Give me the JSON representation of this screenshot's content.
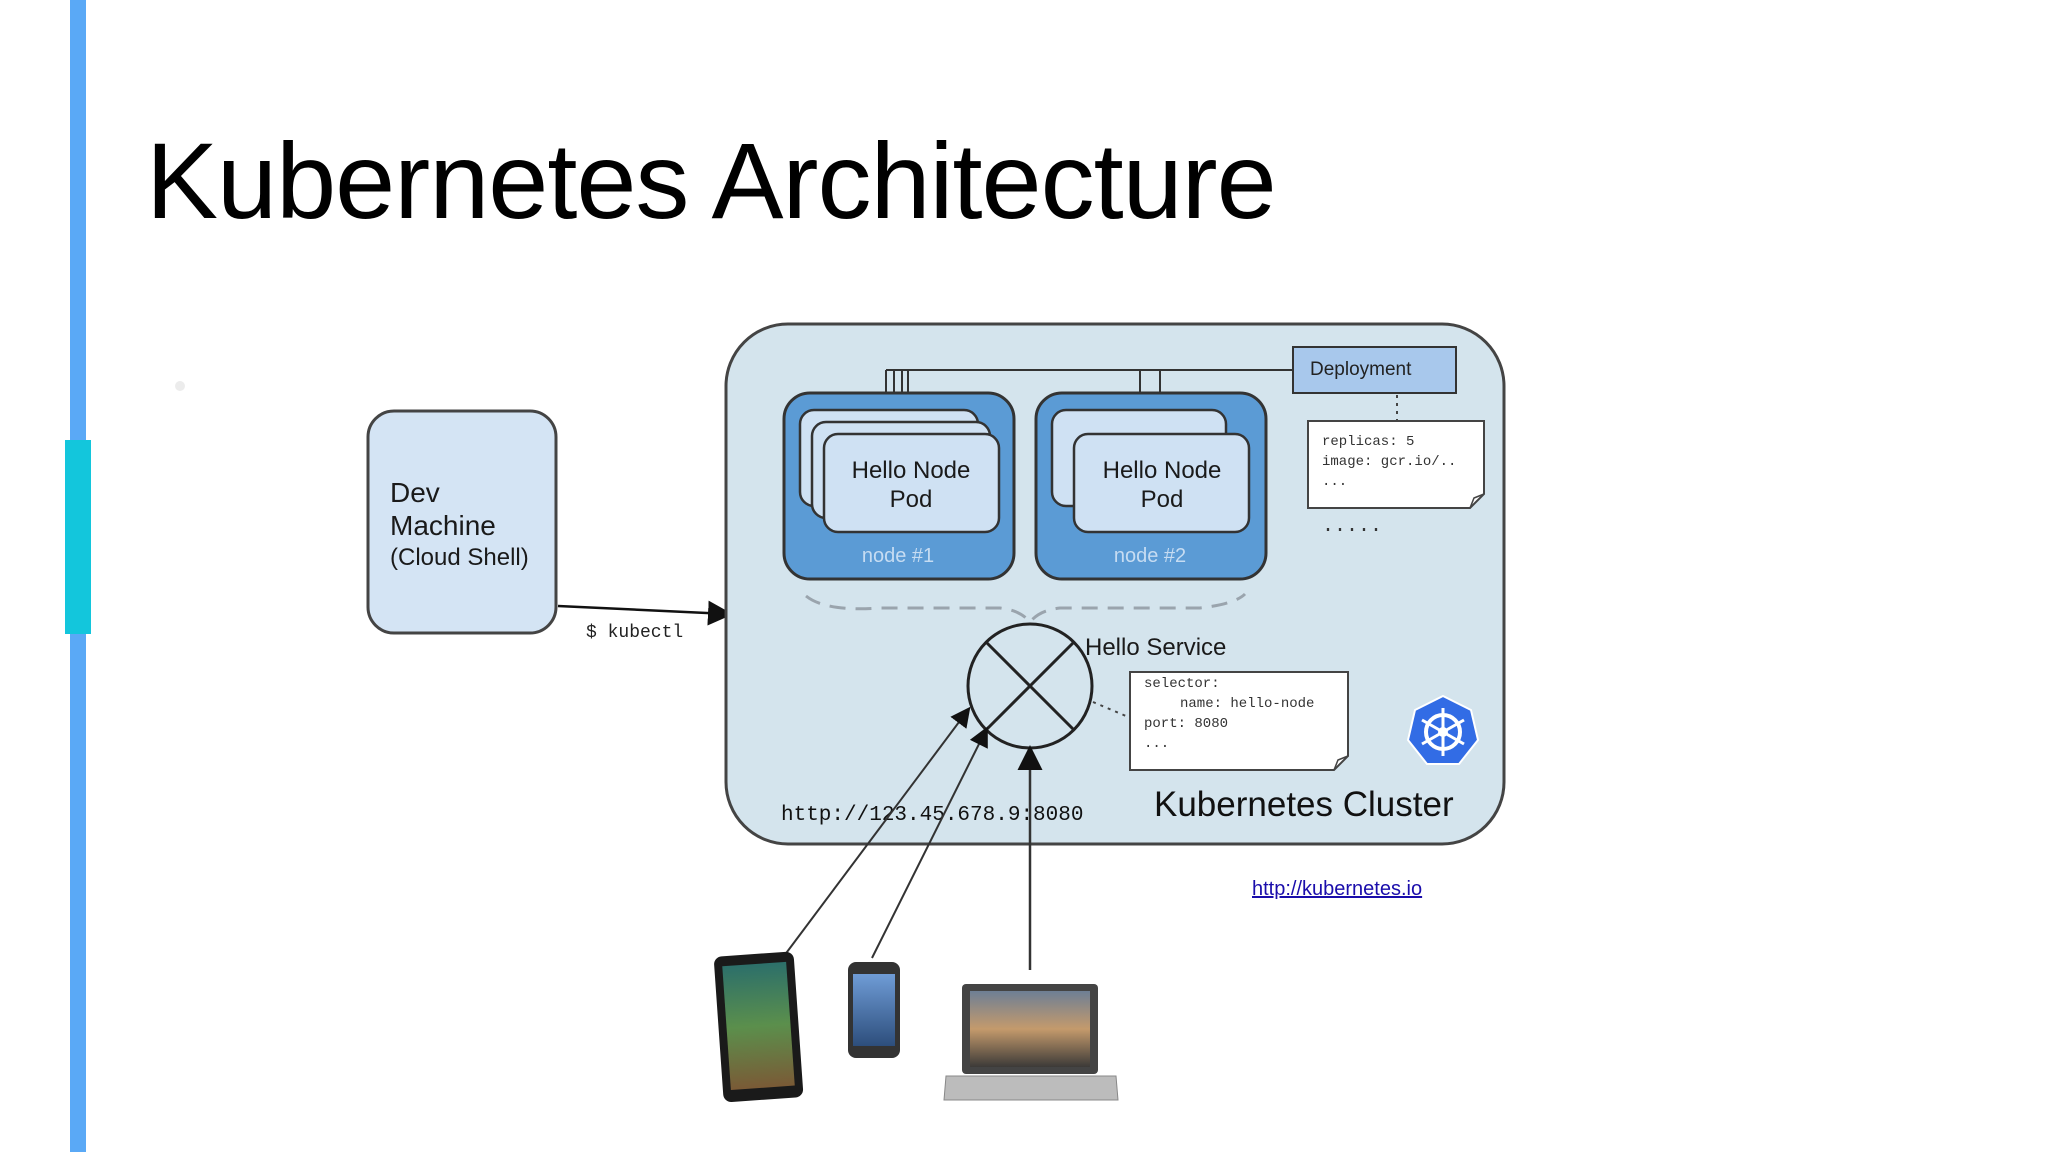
{
  "slide": {
    "title": "Kubernetes Architecture",
    "link_text": "http://kubernetes.io"
  },
  "diagram": {
    "dev_machine": {
      "line1": "Dev",
      "line2": "Machine",
      "line3": "(Cloud Shell)"
    },
    "kubectl_label": "$ kubectl",
    "cluster_label": "Kubernetes Cluster",
    "deployment": {
      "label": "Deployment",
      "spec_line1": "replicas: 5",
      "spec_line2": "image: gcr.io/..",
      "spec_line3": "...",
      "more": "....."
    },
    "nodes": [
      {
        "pod_line1": "Hello Node",
        "pod_line2": "Pod",
        "node_label": "node #1"
      },
      {
        "pod_line1": "Hello Node",
        "pod_line2": "Pod",
        "node_label": "node #2"
      }
    ],
    "service": {
      "label": "Hello Service",
      "spec_line1": "selector:",
      "spec_line2": "name: hello-node",
      "spec_line3": "port: 8080",
      "spec_line4": "..."
    },
    "url_label": "http://123.45.678.9:8080",
    "clients": [
      "tablet",
      "phone",
      "laptop"
    ]
  },
  "colors": {
    "accent_bar": "#5aa9f6",
    "accent_highlight": "#13c6dc",
    "cluster_fill": "#d4e4ed",
    "node_fill": "#5b9bd5",
    "pod_fill": "#cfe1f3",
    "k8s_logo": "#326ce5"
  }
}
